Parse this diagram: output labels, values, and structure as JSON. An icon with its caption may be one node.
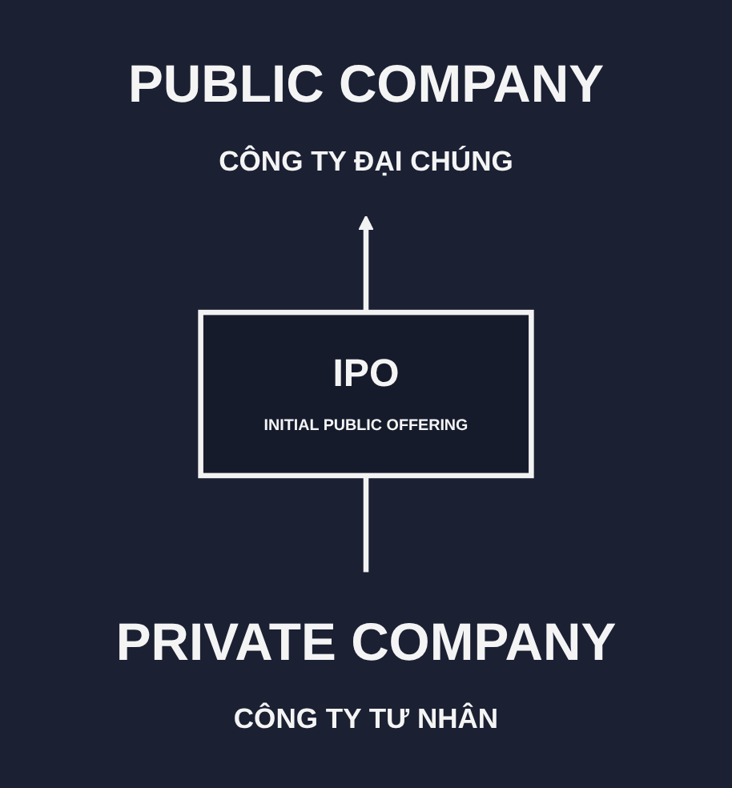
{
  "diagram": {
    "nodes": [
      {
        "text": [
          "PUBLIC COMPANY",
          "CÔNG TY ĐẠI CHÚNG"
        ]
      },
      {
        "text": [
          "IPO",
          "INITIAL PUBLIC OFFERING"
        ]
      },
      {
        "text": [
          "PRIVATE COMPANY",
          "CÔNG TY TƯ NHÂN"
        ]
      }
    ],
    "edges": [
      {
        "from": 2,
        "to": 1,
        "arrow": "none"
      },
      {
        "from": 1,
        "to": 0,
        "arrow": "to"
      }
    ]
  }
}
